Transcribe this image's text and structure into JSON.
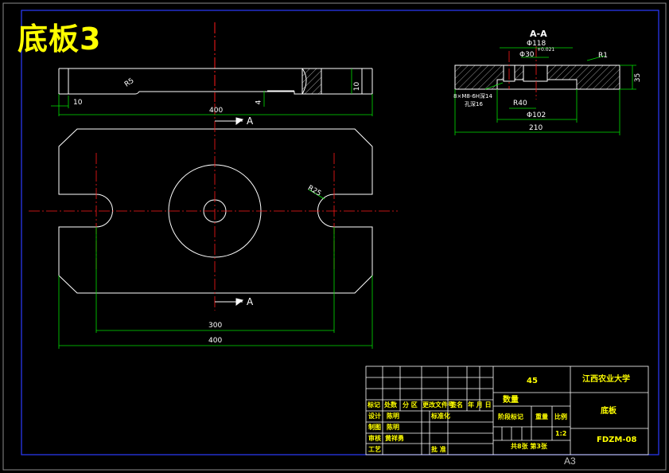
{
  "drawing": {
    "title": "底板3",
    "sheet_size": "A3",
    "colors": {
      "background": "#000000",
      "outline": "#ffffff",
      "frame": "#2b3bff",
      "centerline": "#ff1a1a",
      "dimension": "#00e000",
      "title_text": "#ffff00",
      "table_text": "#ffff00"
    }
  },
  "side_view": {
    "dim_400": "400",
    "dim_10_left": "10",
    "dim_10_right": "10",
    "dim_4": "4",
    "radius_label": "R5"
  },
  "top_view": {
    "section_marker": "A",
    "dim_300": "300",
    "dim_400": "400",
    "radius_label": "R25"
  },
  "section_view": {
    "title": "A-A",
    "dim_phi118": "Φ118",
    "dim_phi30": "Φ30",
    "tolerance": "+0.021",
    "radius_label": "R1",
    "hole_note_1": "8×M8-6H深14",
    "hole_note_2": "孔深16",
    "dim_r40": "R40",
    "dim_phi102": "Φ102",
    "dim_210": "210",
    "dim_35": "35"
  },
  "title_block": {
    "material": "45",
    "school": "江西农业大学",
    "quantity_label": "数量",
    "part_name": "底板",
    "drawing_no": "FDZM-08",
    "scale": "1:2",
    "sheet_info": "共8张  第3张",
    "headers": [
      "标记",
      "处数",
      "分 区",
      "更改文件号",
      "签名",
      "年 月 日"
    ],
    "design_label": "设计",
    "designer": "陈明",
    "standard_label": "标准化",
    "draw_label": "制图",
    "drafter": "陈明",
    "review_label": "审核",
    "reviewer": "黄祥勇",
    "process_label": "工艺",
    "approve_label": "批 准",
    "stage_label": "阶段标记",
    "weight_label": "重量",
    "ratio_label": "比例"
  }
}
